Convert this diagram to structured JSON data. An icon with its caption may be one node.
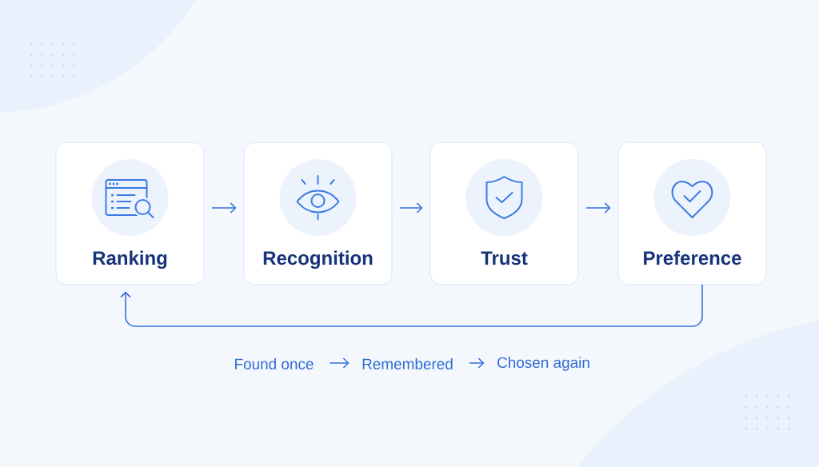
{
  "diagram": {
    "nodes": [
      {
        "text": [
          "Ranking"
        ]
      },
      {
        "text": [
          "Recognition"
        ]
      },
      {
        "text": [
          "Trust"
        ]
      },
      {
        "text": [
          "Preference"
        ]
      },
      {
        "text": [
          "Found once"
        ]
      },
      {
        "text": [
          "Remembered"
        ]
      },
      {
        "text": [
          "Chosen again"
        ]
      }
    ],
    "edges": [
      {
        "from": 0,
        "to": 1,
        "arrow": "to"
      },
      {
        "from": 1,
        "to": 2,
        "arrow": "to"
      },
      {
        "from": 2,
        "to": 3,
        "arrow": "to"
      },
      {
        "from": 3,
        "to": 0,
        "arrow": "to"
      },
      {
        "from": 4,
        "to": 5,
        "arrow": "to"
      },
      {
        "from": 5,
        "to": 6,
        "arrow": "to"
      }
    ]
  }
}
